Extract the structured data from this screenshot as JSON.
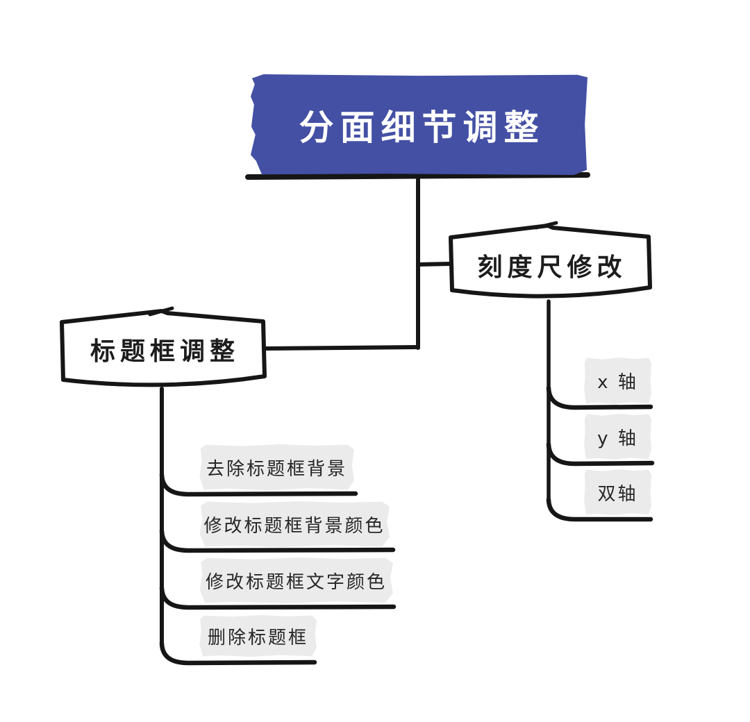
{
  "mindmap": {
    "root": {
      "label": "分面细节调整"
    },
    "branches": [
      {
        "label": "刻度尺修改",
        "children": [
          {
            "label": "x 轴"
          },
          {
            "label": "y 轴"
          },
          {
            "label": "双轴"
          }
        ]
      },
      {
        "label": "标题框调整",
        "children": [
          {
            "label": "去除标题框背景"
          },
          {
            "label": "修改标题框背景颜色"
          },
          {
            "label": "修改标题框文字颜色"
          },
          {
            "label": "删除标题框"
          }
        ]
      }
    ],
    "colors": {
      "root_bg": "#4450A4",
      "root_text": "#FFFFFF",
      "node_border": "#161616",
      "connector": "#161616",
      "leaf_bg": "#EBEBEB",
      "text": "#262626"
    }
  }
}
